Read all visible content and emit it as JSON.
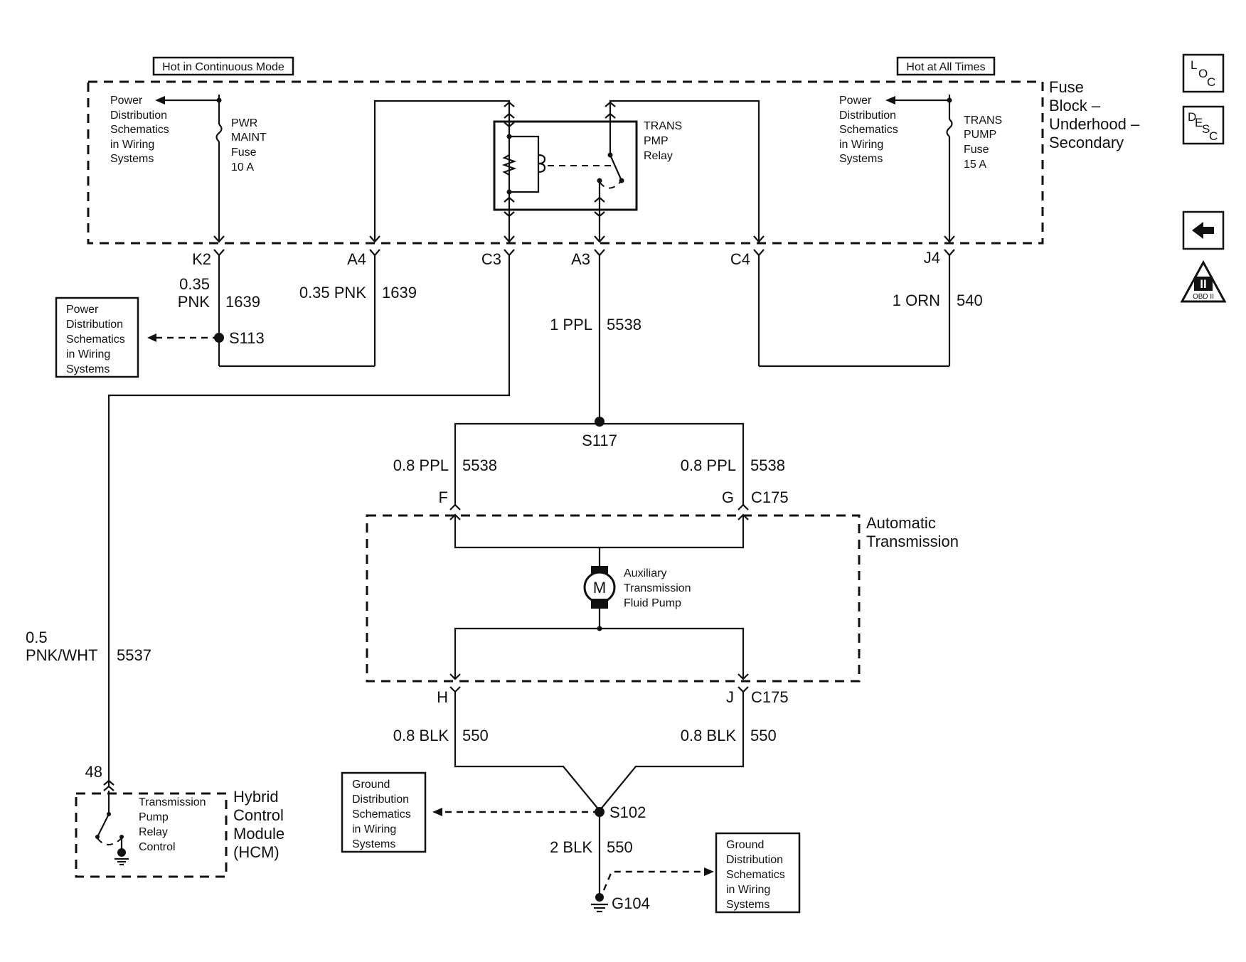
{
  "headers": {
    "hot_continuous": "Hot in Continuous Mode",
    "hot_all_times": "Hot at All Times"
  },
  "fuse_block": {
    "label": [
      "Fuse",
      "Block –",
      "Underhood –",
      "Secondary"
    ],
    "pwr_maint_fuse": [
      "PWR",
      "MAINT",
      "Fuse",
      "10 A"
    ],
    "trans_pump_fuse": [
      "TRANS",
      "PUMP",
      "Fuse",
      "15 A"
    ],
    "relay": [
      "TRANS",
      "PMP",
      "Relay"
    ],
    "power_ref": [
      "Power",
      "Distribution",
      "Schematics",
      "in Wiring",
      "Systems"
    ]
  },
  "connectors": {
    "k2": "K2",
    "a4": "A4",
    "c3": "C3",
    "a3": "A3",
    "c4": "C4",
    "j4": "J4",
    "f": "F",
    "g": "G",
    "h": "H",
    "j": "J",
    "c175_top": "C175",
    "c175_bottom": "C175",
    "pin48": "48"
  },
  "wires": {
    "w1639a_size": "0.35",
    "w1639a_color": "PNK",
    "w1639a_circuit": "1639",
    "w1639b_label": "0.35 PNK",
    "w1639b_circuit": "1639",
    "w5538_label": "1 PPL",
    "w5538_circuit": "5538",
    "w540_label": "1 ORN",
    "w540_circuit": "540",
    "w5538f_label": "0.8 PPL",
    "w5538f_circuit": "5538",
    "w5538g_label": "0.8 PPL",
    "w5538g_circuit": "5538",
    "w550h_label": "0.8 BLK",
    "w550h_circuit": "550",
    "w550j_label": "0.8 BLK",
    "w550j_circuit": "550",
    "w5537_size": "0.5",
    "w5537_color": "PNK/WHT",
    "w5537_circuit": "5537",
    "w550g_label": "2 BLK",
    "w550g_circuit": "550"
  },
  "splices": {
    "s113": "S113",
    "s117": "S117",
    "s102": "S102",
    "g104": "G104"
  },
  "refs": {
    "power_dist": [
      "Power",
      "Distribution",
      "Schematics",
      "in Wiring",
      "Systems"
    ],
    "ground_dist": [
      "Ground",
      "Distribution",
      "Schematics",
      "in Wiring",
      "Systems"
    ]
  },
  "transmission": {
    "label": [
      "Automatic",
      "Transmission"
    ],
    "motor_symbol": "M",
    "pump": [
      "Auxiliary",
      "Transmission",
      "Fluid Pump"
    ]
  },
  "hcm": {
    "label": [
      "Hybrid",
      "Control",
      "Module",
      "(HCM)"
    ],
    "switch": [
      "Transmission",
      "Pump",
      "Relay",
      "Control"
    ]
  },
  "nav": {
    "loc": [
      "L",
      "O",
      "C"
    ],
    "desc": [
      "D",
      "E",
      "S",
      "C"
    ],
    "obd_numeral": "II",
    "obd_text": "OBD II"
  }
}
